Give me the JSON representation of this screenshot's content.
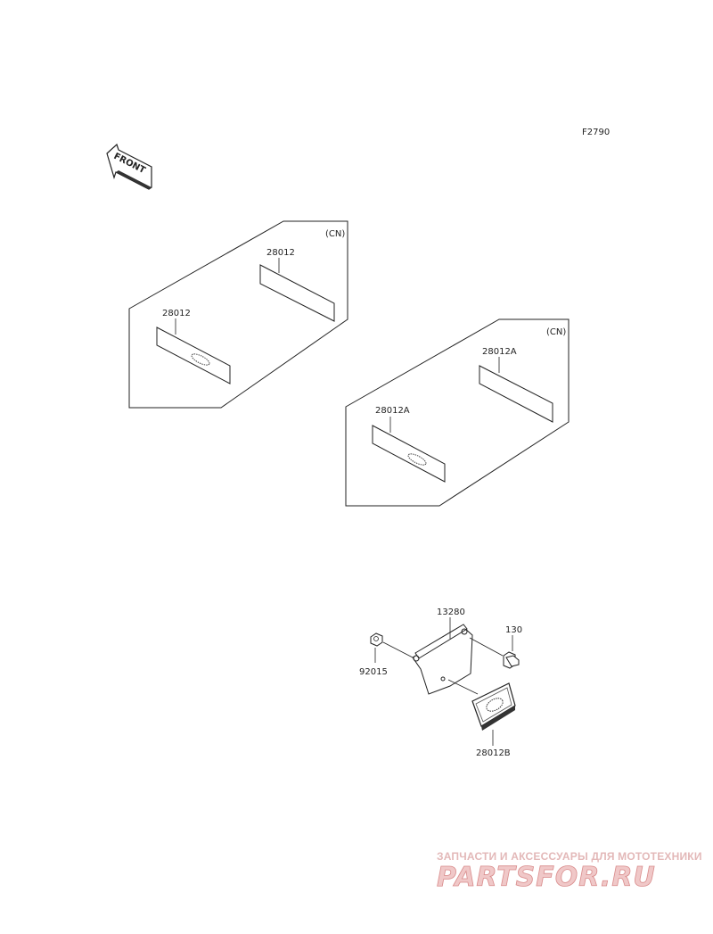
{
  "figure_code": "F2790",
  "front_arrow_text": "FRONT",
  "panel_a": {
    "region_note": "(CN)",
    "part_upper": "28012",
    "part_lower": "28012"
  },
  "panel_b": {
    "region_note": "(CN)",
    "part_upper": "28012A",
    "part_lower": "28012A"
  },
  "assembly": {
    "bracket": "13280",
    "bolt": "130",
    "nut": "92015",
    "plate": "28012B"
  },
  "watermark": {
    "tagline": "ЗАПЧАСТИ И АКСЕССУАРЫ ДЛЯ МОТОТЕХНИКИ",
    "logo": "PARTSFOR.RU"
  },
  "colors": {
    "line": "#222222",
    "watermark": "#e3b8b8"
  }
}
